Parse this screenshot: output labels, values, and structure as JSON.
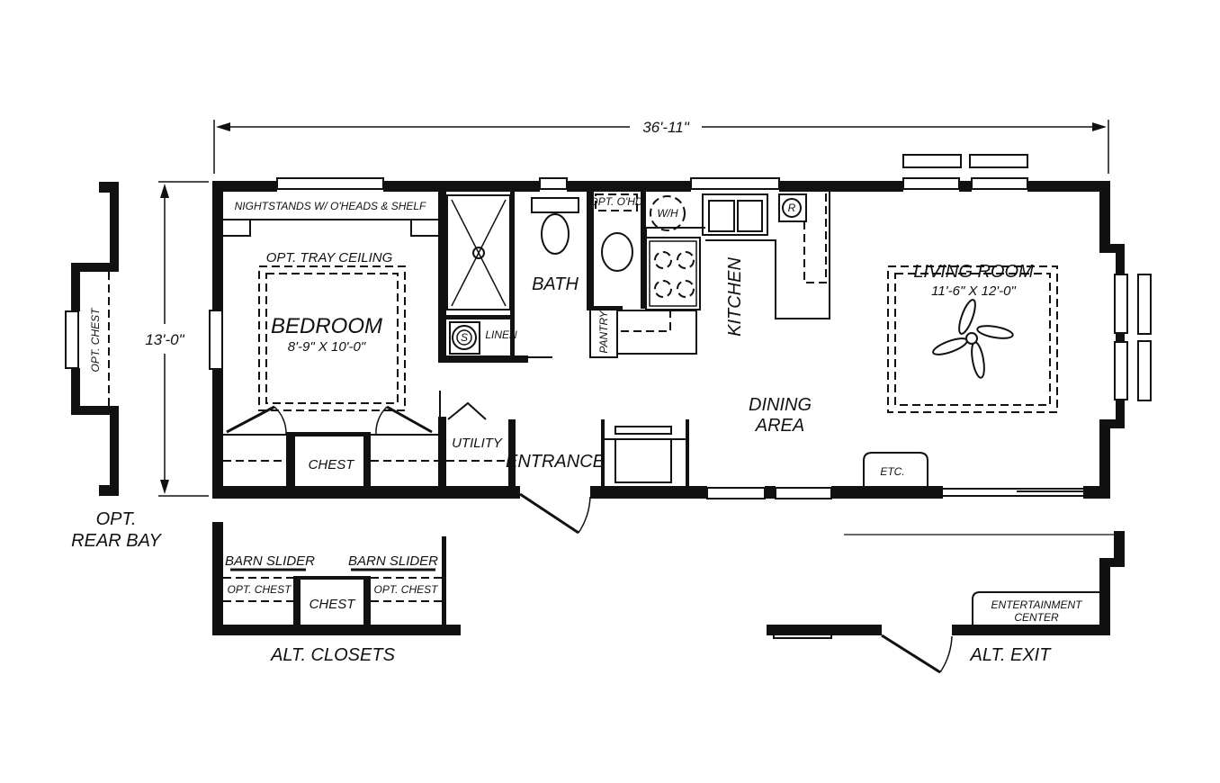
{
  "dimensions": {
    "overall_length": "36'-11\"",
    "overall_width": "13'-0\""
  },
  "rooms": {
    "bedroom_name": "BEDROOM",
    "bedroom_size": "8'-9\" X 10'-0\"",
    "bedroom_ceiling": "OPT. TRAY CEILING",
    "nightstands": "NIGHTSTANDS W/ O'HEADS & SHELF",
    "chest": "CHEST",
    "utility": "UTILITY",
    "entrance": "ENTRANCE",
    "bath": "BATH",
    "linen": "LINEN",
    "opt_ohd": "OPT. O'HD",
    "water_heater": "W/H",
    "pantry": "PANTRY",
    "kitchen": "KITCHEN",
    "refrigerator": "R",
    "dining_line1": "DINING",
    "dining_line2": "AREA",
    "living_name": "LIVING ROOM",
    "living_size": "11'-6\" X 12'-0\"",
    "etc": "ETC.",
    "washer": "S"
  },
  "options": {
    "rear_bay_line1": "OPT.",
    "rear_bay_line2": "REAR BAY",
    "opt_chest": "OPT. CHEST",
    "alt_closets": "ALT. CLOSETS",
    "barn_slider": "BARN SLIDER",
    "alt_opt_chest": "OPT. CHEST",
    "alt_chest": "CHEST",
    "alt_exit": "ALT. EXIT",
    "entertainment_line1": "ENTERTAINMENT",
    "entertainment_line2": "CENTER"
  }
}
